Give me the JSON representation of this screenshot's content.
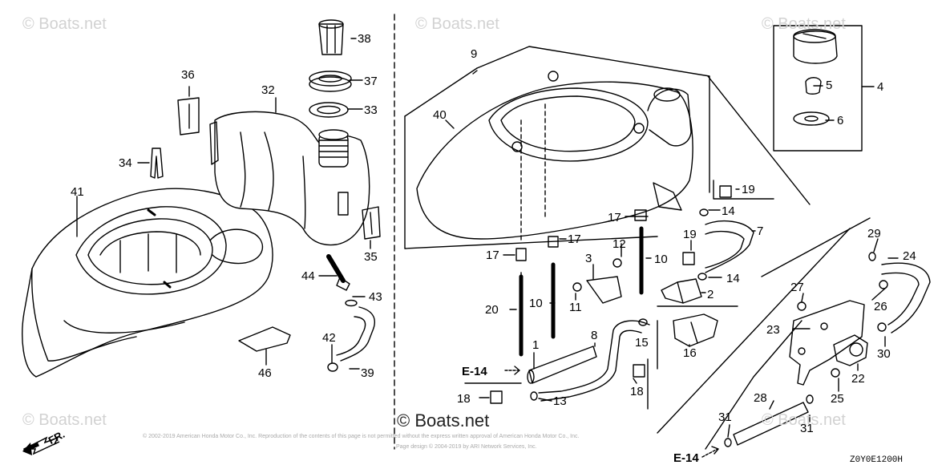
{
  "watermarks": {
    "corner": "© Boats.net",
    "main": "© Boats.net"
  },
  "copyright": {
    "line1": "© 2002-2019 American Honda Motor Co., Inc. Reproduction of the contents of this page is not permitted without the express written approval of American Honda Motor Co., Inc.",
    "line2": "Page design © 2004-2019 by ARI Network Services, Inc."
  },
  "drawing_code": "Z0Y0E1200H",
  "direction_label": "FR.",
  "refs": {
    "e14": "E-14"
  },
  "callouts": {
    "p1": "1",
    "p2": "2",
    "p3": "3",
    "p4": "4",
    "p5": "5",
    "p6": "6",
    "p7": "7",
    "p8": "8",
    "p9": "9",
    "p10": "10",
    "p11": "11",
    "p12": "12",
    "p13": "13",
    "p14": "14",
    "p15": "15",
    "p16": "16",
    "p17": "17",
    "p18": "18",
    "p19": "19",
    "p20": "20",
    "p22": "22",
    "p23": "23",
    "p24": "24",
    "p25": "25",
    "p26": "26",
    "p27": "27",
    "p28": "28",
    "p29": "29",
    "p30": "30",
    "p31": "31",
    "p32": "32",
    "p33": "33",
    "p34": "34",
    "p35": "35",
    "p36": "36",
    "p37": "37",
    "p38": "38",
    "p39": "39",
    "p40": "40",
    "p41": "41",
    "p42": "42",
    "p43": "43",
    "p44": "44",
    "p46": "46"
  }
}
